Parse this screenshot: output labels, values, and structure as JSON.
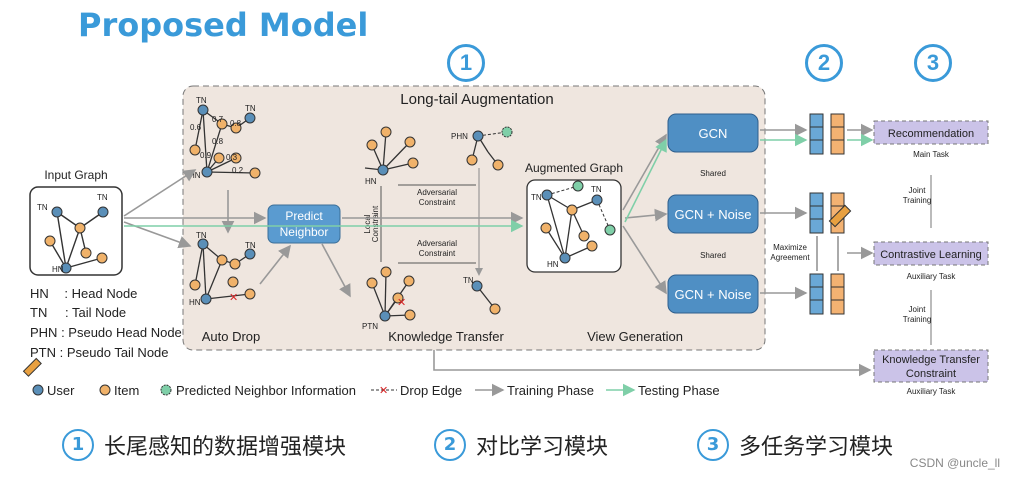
{
  "title": "Proposed Model",
  "badges": {
    "one": "1",
    "two": "2",
    "three": "3"
  },
  "longtail": {
    "title": "Long-tail Augmentation",
    "auto_drop": "Auto Drop",
    "predict_neighbor_1": "Predict",
    "predict_neighbor_2": "Neighbor",
    "knowledge_transfer": "Knowledge Transfer",
    "augmented_graph": "Augmented Graph",
    "view_generation": "View Generation",
    "adversarial_1": "Adversarial",
    "constraint": "Constraint",
    "local": "Local",
    "local_constraint": "Constraint"
  },
  "node_labels": {
    "tn": "TN",
    "hn": "HN",
    "phn": "PHN",
    "ptn": "PTN"
  },
  "edge_weights": [
    "0.6",
    "0.7",
    "0.8",
    "0.9",
    "0.8",
    "0.3",
    "0.2"
  ],
  "input_graph": {
    "title": "Input Graph"
  },
  "definitions": [
    {
      "abbr": "HN",
      "desc": ": Head Node"
    },
    {
      "abbr": "TN",
      "desc": ": Tail Node"
    },
    {
      "abbr": "PHN",
      "desc": ": Pseudo Head Node"
    },
    {
      "abbr": "PTN",
      "desc": ": Pseudo Tail Node"
    }
  ],
  "gcn": {
    "gcn": "GCN",
    "noise1": "GCN + Noise",
    "noise2": "GCN + Noise",
    "shared": "Shared",
    "maximize": "Maximize",
    "agreement": "Agreement"
  },
  "tasks": {
    "recommendation": "Recommendation",
    "main_task": "Main Task",
    "joint_training": "Joint",
    "training": "Training",
    "contrastive": "Contrastive Learning",
    "aux1": "Auxiliary Task",
    "kt_1": "Knowledge Transfer",
    "kt_2": "Constraint",
    "aux2": "Auxiliary Task"
  },
  "legend": {
    "user": "User",
    "item": "Item",
    "predicted": "Predicted Neighbor Information",
    "drop_edge": "Drop Edge",
    "training_phase": "Training Phase",
    "testing_phase": "Testing Phase"
  },
  "footer": [
    {
      "num": "1",
      "text": "长尾感知的数据增强模块"
    },
    {
      "num": "2",
      "text": "对比学习模块"
    },
    {
      "num": "3",
      "text": "多任务学习模块"
    }
  ],
  "watermark": "CSDN @uncle_ll",
  "colors": {
    "accent": "#3a9ad9",
    "user": "#5a8fb8",
    "item": "#f0b26a",
    "predicted": "#7fcfa8",
    "gcn": "#4f8fc4",
    "task": "#cbc3e8",
    "panel": "#efe6df"
  }
}
